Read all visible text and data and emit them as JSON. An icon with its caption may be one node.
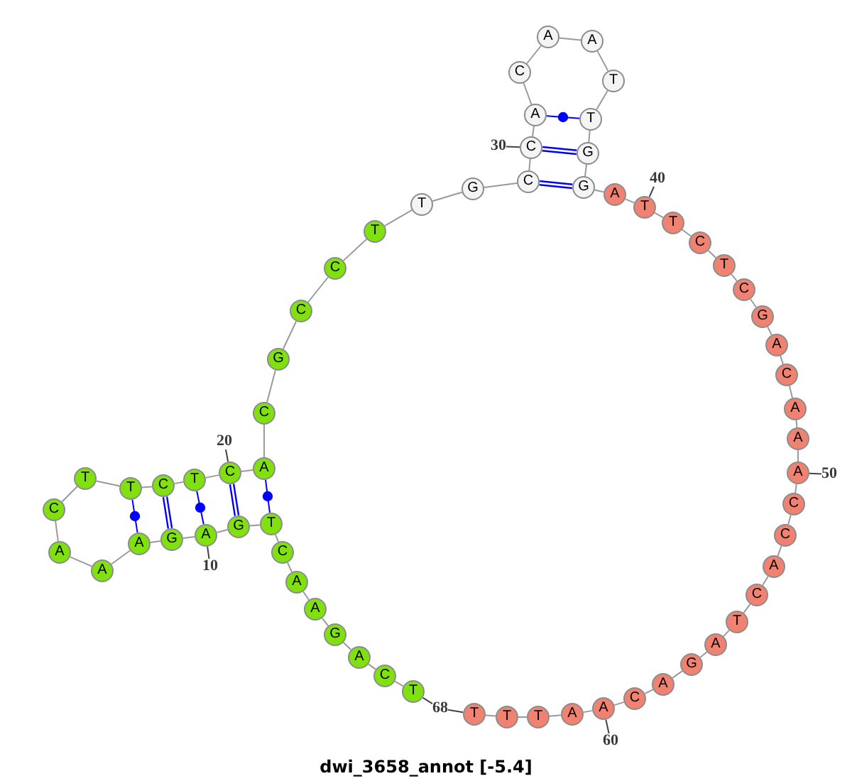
{
  "diagram": {
    "caption": "dwi_3658_annot [-5.4]",
    "nodes": [
      {
        "text": [
          "T"
        ]
      },
      {
        "text": [
          "C"
        ]
      },
      {
        "text": [
          "A"
        ]
      },
      {
        "text": [
          "G"
        ]
      },
      {
        "text": [
          "A"
        ]
      },
      {
        "text": [
          "A"
        ]
      },
      {
        "text": [
          "C"
        ]
      },
      {
        "text": [
          "T"
        ]
      },
      {
        "text": [
          "G"
        ]
      },
      {
        "text": [
          "A"
        ]
      },
      {
        "text": [
          "G"
        ]
      },
      {
        "text": [
          "A"
        ]
      },
      {
        "text": [
          "A"
        ]
      },
      {
        "text": [
          "A"
        ]
      },
      {
        "text": [
          "C"
        ]
      },
      {
        "text": [
          "T"
        ]
      },
      {
        "text": [
          "T"
        ]
      },
      {
        "text": [
          "C"
        ]
      },
      {
        "text": [
          "T"
        ]
      },
      {
        "text": [
          "C"
        ]
      },
      {
        "text": [
          "A"
        ]
      },
      {
        "text": [
          "C"
        ]
      },
      {
        "text": [
          "G"
        ]
      },
      {
        "text": [
          "C"
        ]
      },
      {
        "text": [
          "C"
        ]
      },
      {
        "text": [
          "T"
        ]
      },
      {
        "text": [
          "T"
        ]
      },
      {
        "text": [
          "G"
        ]
      },
      {
        "text": [
          "C"
        ]
      },
      {
        "text": [
          "C"
        ]
      },
      {
        "text": [
          "A"
        ]
      },
      {
        "text": [
          "C"
        ]
      },
      {
        "text": [
          "A"
        ]
      },
      {
        "text": [
          "A"
        ]
      },
      {
        "text": [
          "T"
        ]
      },
      {
        "text": [
          "T"
        ]
      },
      {
        "text": [
          "G"
        ]
      },
      {
        "text": [
          "G"
        ]
      },
      {
        "text": [
          "A"
        ]
      },
      {
        "text": [
          "T"
        ]
      },
      {
        "text": [
          "T"
        ]
      },
      {
        "text": [
          "C"
        ]
      },
      {
        "text": [
          "T"
        ]
      },
      {
        "text": [
          "C"
        ]
      },
      {
        "text": [
          "G"
        ]
      },
      {
        "text": [
          "A"
        ]
      },
      {
        "text": [
          "C"
        ]
      },
      {
        "text": [
          "A"
        ]
      },
      {
        "text": [
          "A"
        ]
      },
      {
        "text": [
          "A"
        ]
      },
      {
        "text": [
          "C"
        ]
      },
      {
        "text": [
          "C"
        ]
      },
      {
        "text": [
          "A"
        ]
      },
      {
        "text": [
          "C"
        ]
      },
      {
        "text": [
          "T"
        ]
      },
      {
        "text": [
          "A"
        ]
      },
      {
        "text": [
          "G"
        ]
      },
      {
        "text": [
          "A"
        ]
      },
      {
        "text": [
          "C"
        ]
      },
      {
        "text": [
          "A"
        ]
      },
      {
        "text": [
          "A"
        ]
      },
      {
        "text": [
          "T"
        ]
      },
      {
        "text": [
          "T"
        ]
      },
      {
        "text": [
          "T"
        ]
      },
      {
        "text": [
          "10"
        ]
      },
      {
        "text": [
          "20"
        ]
      },
      {
        "text": [
          "30"
        ]
      },
      {
        "text": [
          "40"
        ]
      },
      {
        "text": [
          "50"
        ]
      },
      {
        "text": [
          "60"
        ]
      },
      {
        "text": [
          "68"
        ]
      }
    ],
    "edges": [
      {
        "from": 0,
        "to": 1,
        "arrow": "none"
      },
      {
        "from": 1,
        "to": 2,
        "arrow": "none"
      },
      {
        "from": 2,
        "to": 3,
        "arrow": "none"
      },
      {
        "from": 3,
        "to": 4,
        "arrow": "none"
      },
      {
        "from": 4,
        "to": 5,
        "arrow": "none"
      },
      {
        "from": 5,
        "to": 6,
        "arrow": "none"
      },
      {
        "from": 6,
        "to": 7,
        "arrow": "none"
      },
      {
        "from": 7,
        "to": 8,
        "arrow": "none"
      },
      {
        "from": 8,
        "to": 9,
        "arrow": "none"
      },
      {
        "from": 9,
        "to": 10,
        "arrow": "none"
      },
      {
        "from": 10,
        "to": 11,
        "arrow": "none"
      },
      {
        "from": 11,
        "to": 12,
        "arrow": "none"
      },
      {
        "from": 12,
        "to": 13,
        "arrow": "none"
      },
      {
        "from": 13,
        "to": 14,
        "arrow": "none"
      },
      {
        "from": 14,
        "to": 15,
        "arrow": "none"
      },
      {
        "from": 15,
        "to": 16,
        "arrow": "none"
      },
      {
        "from": 16,
        "to": 17,
        "arrow": "none"
      },
      {
        "from": 17,
        "to": 18,
        "arrow": "none"
      },
      {
        "from": 18,
        "to": 19,
        "arrow": "none"
      },
      {
        "from": 19,
        "to": 20,
        "arrow": "none"
      },
      {
        "from": 20,
        "to": 21,
        "arrow": "none"
      },
      {
        "from": 21,
        "to": 22,
        "arrow": "none"
      },
      {
        "from": 22,
        "to": 23,
        "arrow": "none"
      },
      {
        "from": 23,
        "to": 24,
        "arrow": "none"
      },
      {
        "from": 24,
        "to": 25,
        "arrow": "none"
      },
      {
        "from": 25,
        "to": 26,
        "arrow": "none"
      },
      {
        "from": 26,
        "to": 27,
        "arrow": "none"
      },
      {
        "from": 27,
        "to": 28,
        "arrow": "none"
      },
      {
        "from": 28,
        "to": 29,
        "arrow": "none"
      },
      {
        "from": 29,
        "to": 30,
        "arrow": "none"
      },
      {
        "from": 30,
        "to": 31,
        "arrow": "none"
      },
      {
        "from": 31,
        "to": 32,
        "arrow": "none"
      },
      {
        "from": 32,
        "to": 33,
        "arrow": "none"
      },
      {
        "from": 33,
        "to": 34,
        "arrow": "none"
      },
      {
        "from": 34,
        "to": 35,
        "arrow": "none"
      },
      {
        "from": 35,
        "to": 36,
        "arrow": "none"
      },
      {
        "from": 36,
        "to": 37,
        "arrow": "none"
      },
      {
        "from": 37,
        "to": 38,
        "arrow": "none"
      },
      {
        "from": 38,
        "to": 39,
        "arrow": "none"
      },
      {
        "from": 39,
        "to": 40,
        "arrow": "none"
      },
      {
        "from": 40,
        "to": 41,
        "arrow": "none"
      },
      {
        "from": 41,
        "to": 42,
        "arrow": "none"
      },
      {
        "from": 42,
        "to": 43,
        "arrow": "none"
      },
      {
        "from": 43,
        "to": 44,
        "arrow": "none"
      },
      {
        "from": 44,
        "to": 45,
        "arrow": "none"
      },
      {
        "from": 45,
        "to": 46,
        "arrow": "none"
      },
      {
        "from": 46,
        "to": 47,
        "arrow": "none"
      },
      {
        "from": 47,
        "to": 48,
        "arrow": "none"
      },
      {
        "from": 48,
        "to": 49,
        "arrow": "none"
      },
      {
        "from": 49,
        "to": 50,
        "arrow": "none"
      },
      {
        "from": 50,
        "to": 51,
        "arrow": "none"
      },
      {
        "from": 51,
        "to": 52,
        "arrow": "none"
      },
      {
        "from": 52,
        "to": 53,
        "arrow": "none"
      },
      {
        "from": 53,
        "to": 54,
        "arrow": "none"
      },
      {
        "from": 54,
        "to": 55,
        "arrow": "none"
      },
      {
        "from": 55,
        "to": 56,
        "arrow": "none"
      },
      {
        "from": 56,
        "to": 57,
        "arrow": "none"
      },
      {
        "from": 57,
        "to": 58,
        "arrow": "none"
      },
      {
        "from": 58,
        "to": 59,
        "arrow": "none"
      },
      {
        "from": 59,
        "to": 60,
        "arrow": "none"
      },
      {
        "from": 60,
        "to": 61,
        "arrow": "none"
      },
      {
        "from": 61,
        "to": 62,
        "arrow": "none"
      },
      {
        "from": 62,
        "to": 63,
        "arrow": "none"
      },
      {
        "from": 7,
        "to": 20,
        "arrow": "none",
        "color": "#0000ff"
      },
      {
        "from": 8,
        "to": 19,
        "arrow": "none",
        "style": "thick",
        "color": "#0000ff"
      },
      {
        "from": 9,
        "to": 18,
        "arrow": "none",
        "color": "#0000ff"
      },
      {
        "from": 10,
        "to": 17,
        "arrow": "none",
        "style": "thick",
        "color": "#0000ff"
      },
      {
        "from": 11,
        "to": 16,
        "arrow": "none",
        "color": "#0000ff"
      },
      {
        "from": 28,
        "to": 37,
        "arrow": "none",
        "style": "thick",
        "color": "#0000ff"
      },
      {
        "from": 29,
        "to": 36,
        "arrow": "none",
        "style": "thick",
        "color": "#0000ff"
      },
      {
        "from": 30,
        "to": 35,
        "arrow": "none",
        "color": "#0000ff"
      },
      {
        "from": 64,
        "to": 9,
        "arrow": "none",
        "color": "#444444"
      },
      {
        "from": 65,
        "to": 19,
        "arrow": "none",
        "color": "#444444"
      },
      {
        "from": 66,
        "to": 29,
        "arrow": "none",
        "color": "#444444"
      },
      {
        "from": 67,
        "to": 39,
        "arrow": "none",
        "color": "#444444"
      },
      {
        "from": 68,
        "to": 49,
        "arrow": "none",
        "color": "#444444"
      },
      {
        "from": 69,
        "to": 59,
        "arrow": "none",
        "color": "#444444"
      },
      {
        "from": 70,
        "to": 63,
        "arrow": "none",
        "color": "#444444"
      },
      {
        "from": 70,
        "to": 0,
        "arrow": "none",
        "color": "#444444"
      }
    ]
  }
}
